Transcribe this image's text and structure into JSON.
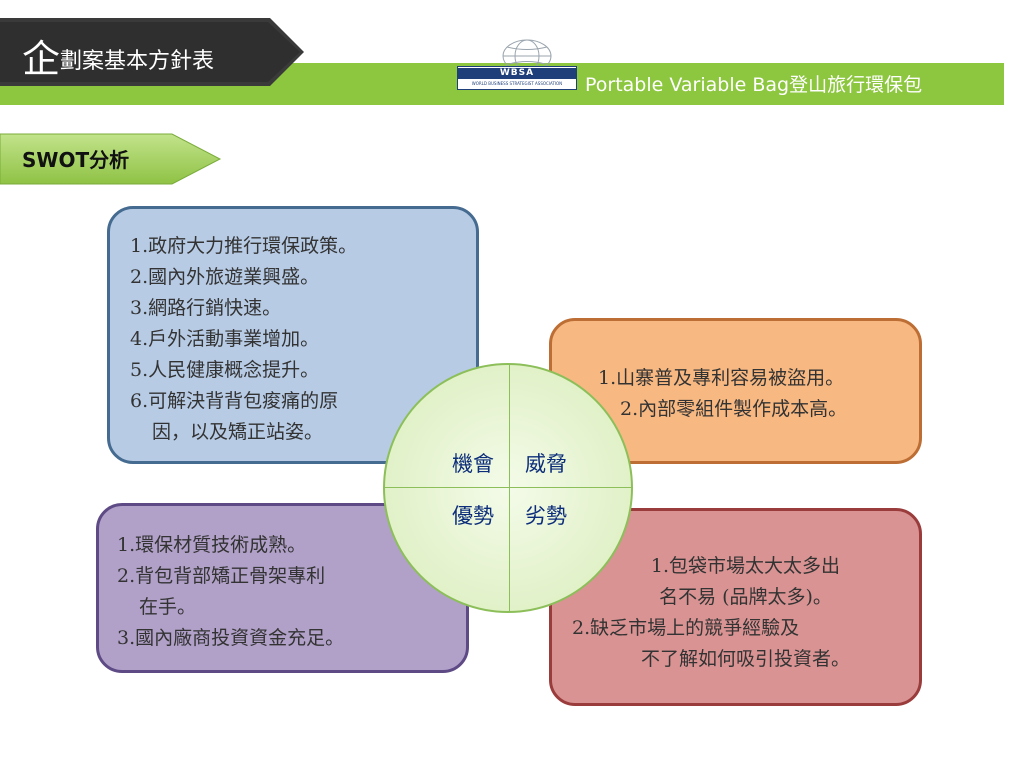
{
  "header": {
    "title_char": "企",
    "title_rest": "劃案基本方針表",
    "logo_name": "WBSA",
    "logo_sub": "WORLD BUSINESS STRATEGIST ASSOCIATION",
    "product": "Portable Variable Bag登山旅行環保包"
  },
  "section_label": "SWOT分析",
  "colors": {
    "header_green": "#8dc63f",
    "banner_dark": "#3a3a3a",
    "opportunity": "#b7cbe5",
    "threat": "#f7b882",
    "strength": "#b1a1c9",
    "weakness": "#d99393",
    "center_text": "#0c2d7a"
  },
  "center": {
    "opportunity": "機會",
    "threat": "威脅",
    "strength": "優勢",
    "weakness": "劣勢"
  },
  "opportunities": [
    "1.政府大力推行環保政策。",
    "2.國內外旅遊業興盛。",
    "3.網路行銷快速。",
    "4.戶外活動事業增加。",
    "5.人民健康概念提升。",
    "6.可解決背背包痠痛的原",
    "因，以及矯正站姿。"
  ],
  "threats": [
    "1.山寨普及專利容易被盜用。",
    "2.內部零組件製作成本高。"
  ],
  "strengths": [
    "1.環保材質技術成熟。",
    "2.背包背部矯正骨架專利",
    "在手。",
    "3.國內廠商投資資金充足。"
  ],
  "weaknesses": [
    "1.包袋市場太大太多出",
    "名不易 (品牌太多)。",
    "2.缺乏市場上的競爭經驗及",
    "不了解如何吸引投資者。"
  ]
}
